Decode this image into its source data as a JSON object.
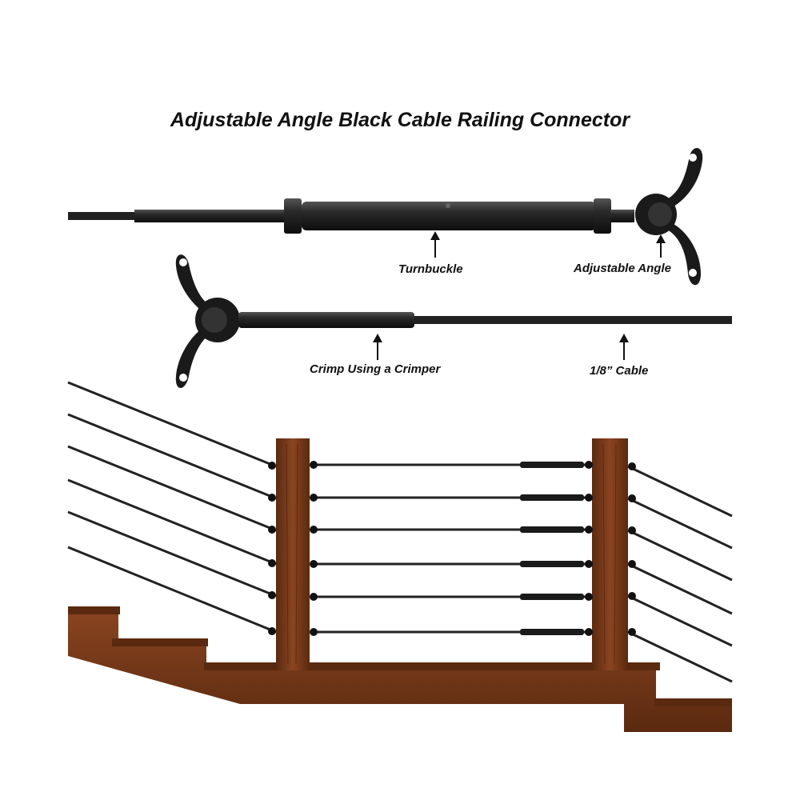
{
  "title": "Adjustable Angle Black Cable Railing Connector",
  "labels": {
    "turnbuckle": "Turnbuckle",
    "adjustable_angle": "Adjustable Angle",
    "crimp": "Crimp Using a Crimper",
    "cable": "1/8” Cable"
  },
  "colors": {
    "hardware": "#1c1c1c",
    "wood": "#7a3a1a",
    "wood_dark": "#4e230c",
    "cable": "#222222"
  }
}
